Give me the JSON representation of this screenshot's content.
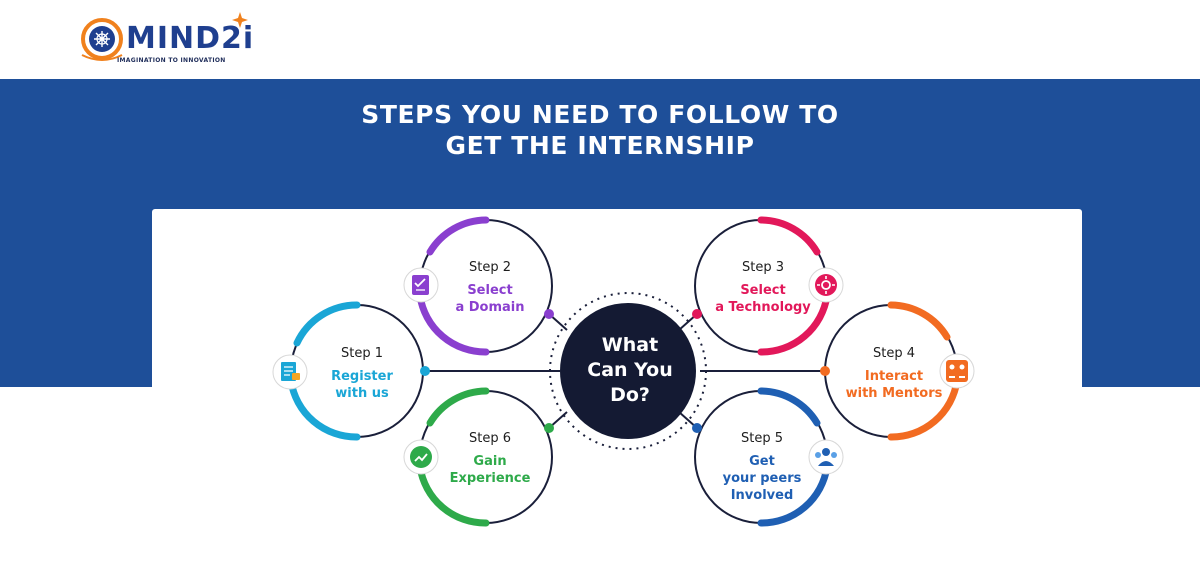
{
  "logo": {
    "wordmark": "MIND2i",
    "tagline": "IMAGINATION TO INNOVATION"
  },
  "page_title": {
    "line1": "STEPS YOU NEED TO FOLLOW TO",
    "line2": "GET THE INTERNSHIP"
  },
  "center": {
    "line1": "What",
    "line2": "Can You",
    "line3": "Do?"
  },
  "steps": [
    {
      "step": "Step 1",
      "line1": "Register",
      "line2": "with us",
      "line3": "",
      "color": "#1aa6d6",
      "icon": "document-register-icon"
    },
    {
      "step": "Step 2",
      "line1": "Select",
      "line2": "a Domain",
      "line3": "",
      "color": "#8a3fcf",
      "icon": "checklist-hand-icon"
    },
    {
      "step": "Step 3",
      "line1": "Select",
      "line2": "a Technology",
      "line3": "",
      "color": "#e2185a",
      "icon": "technology-gear-icon"
    },
    {
      "step": "Step 4",
      "line1": "Interact",
      "line2": "with Mentors",
      "line3": "",
      "color": "#f26b21",
      "icon": "mentors-interaction-icon"
    },
    {
      "step": "Step 5",
      "line1": "Get",
      "line2": "your peers",
      "line3": "Involved",
      "color": "#1f5fb3",
      "icon": "peers-group-icon"
    },
    {
      "step": "Step 6",
      "line1": "Gain",
      "line2": "Experience",
      "line3": "",
      "color": "#2eaa4a",
      "icon": "experience-growth-icon"
    }
  ],
  "colors": {
    "brand_blue": "#1e4f99",
    "center_fill": "#141a33",
    "logo_orange": "#f0811d"
  }
}
